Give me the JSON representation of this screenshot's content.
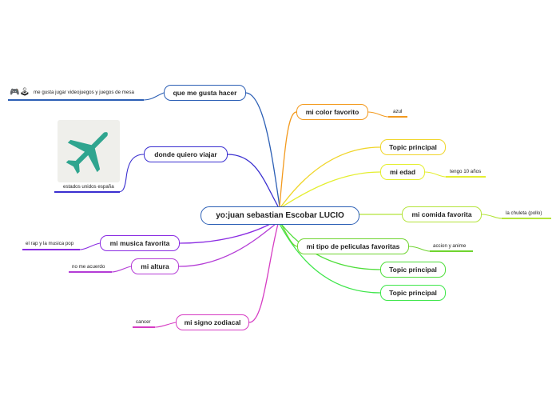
{
  "central": {
    "label": "yo:juan sebastian Escobar LUCIO",
    "color": "#2c5fb5"
  },
  "branches": [
    {
      "id": "que-me-gusta-hacer",
      "label": "que me gusta hacer",
      "color": "#2c5fb5",
      "sub": "me gusta jugar videojuegos y juegos de mesa",
      "icons": [
        "gamepad-icon",
        "joystick-icon"
      ]
    },
    {
      "id": "donde-quiero-viajar",
      "label": "donde quiero viajar",
      "color": "#3a2fd0",
      "sub": "estados unidos españa",
      "image": "airplane-icon"
    },
    {
      "id": "mi-musica-favorita",
      "label": "mi musica favorita",
      "color": "#8a2be2",
      "sub": "el rap y la musica pop"
    },
    {
      "id": "mi-altura",
      "label": "mi altura",
      "color": "#b43cd6",
      "sub": "no me acuerdo"
    },
    {
      "id": "mi-signo-zodiacal",
      "label": "mi signo zodiacal",
      "color": "#d63cc3",
      "sub": "cancer"
    },
    {
      "id": "mi-color-favorito",
      "label": "mi color favorito",
      "color": "#f39a1e",
      "sub": "azul"
    },
    {
      "id": "topic-principal-1",
      "label": "Topic principal",
      "color": "#f0d52a",
      "sub": ""
    },
    {
      "id": "mi-edad",
      "label": "mi edad",
      "color": "#e4ee2f",
      "sub": "tengo 10 años"
    },
    {
      "id": "mi-comida-favorita",
      "label": "mi comida favorita",
      "color": "#b4e43a",
      "sub": "la chuleta (pollo)"
    },
    {
      "id": "mi-tipo-de-peliculas-favoritas",
      "label": "mi tipo de peliculas favoritas",
      "color": "#6fd42f",
      "sub": "accion y anime"
    },
    {
      "id": "topic-principal-2",
      "label": "Topic principal",
      "color": "#4fde3a",
      "sub": ""
    },
    {
      "id": "topic-principal-3",
      "label": "Topic principal",
      "color": "#3ee64a",
      "sub": ""
    }
  ]
}
